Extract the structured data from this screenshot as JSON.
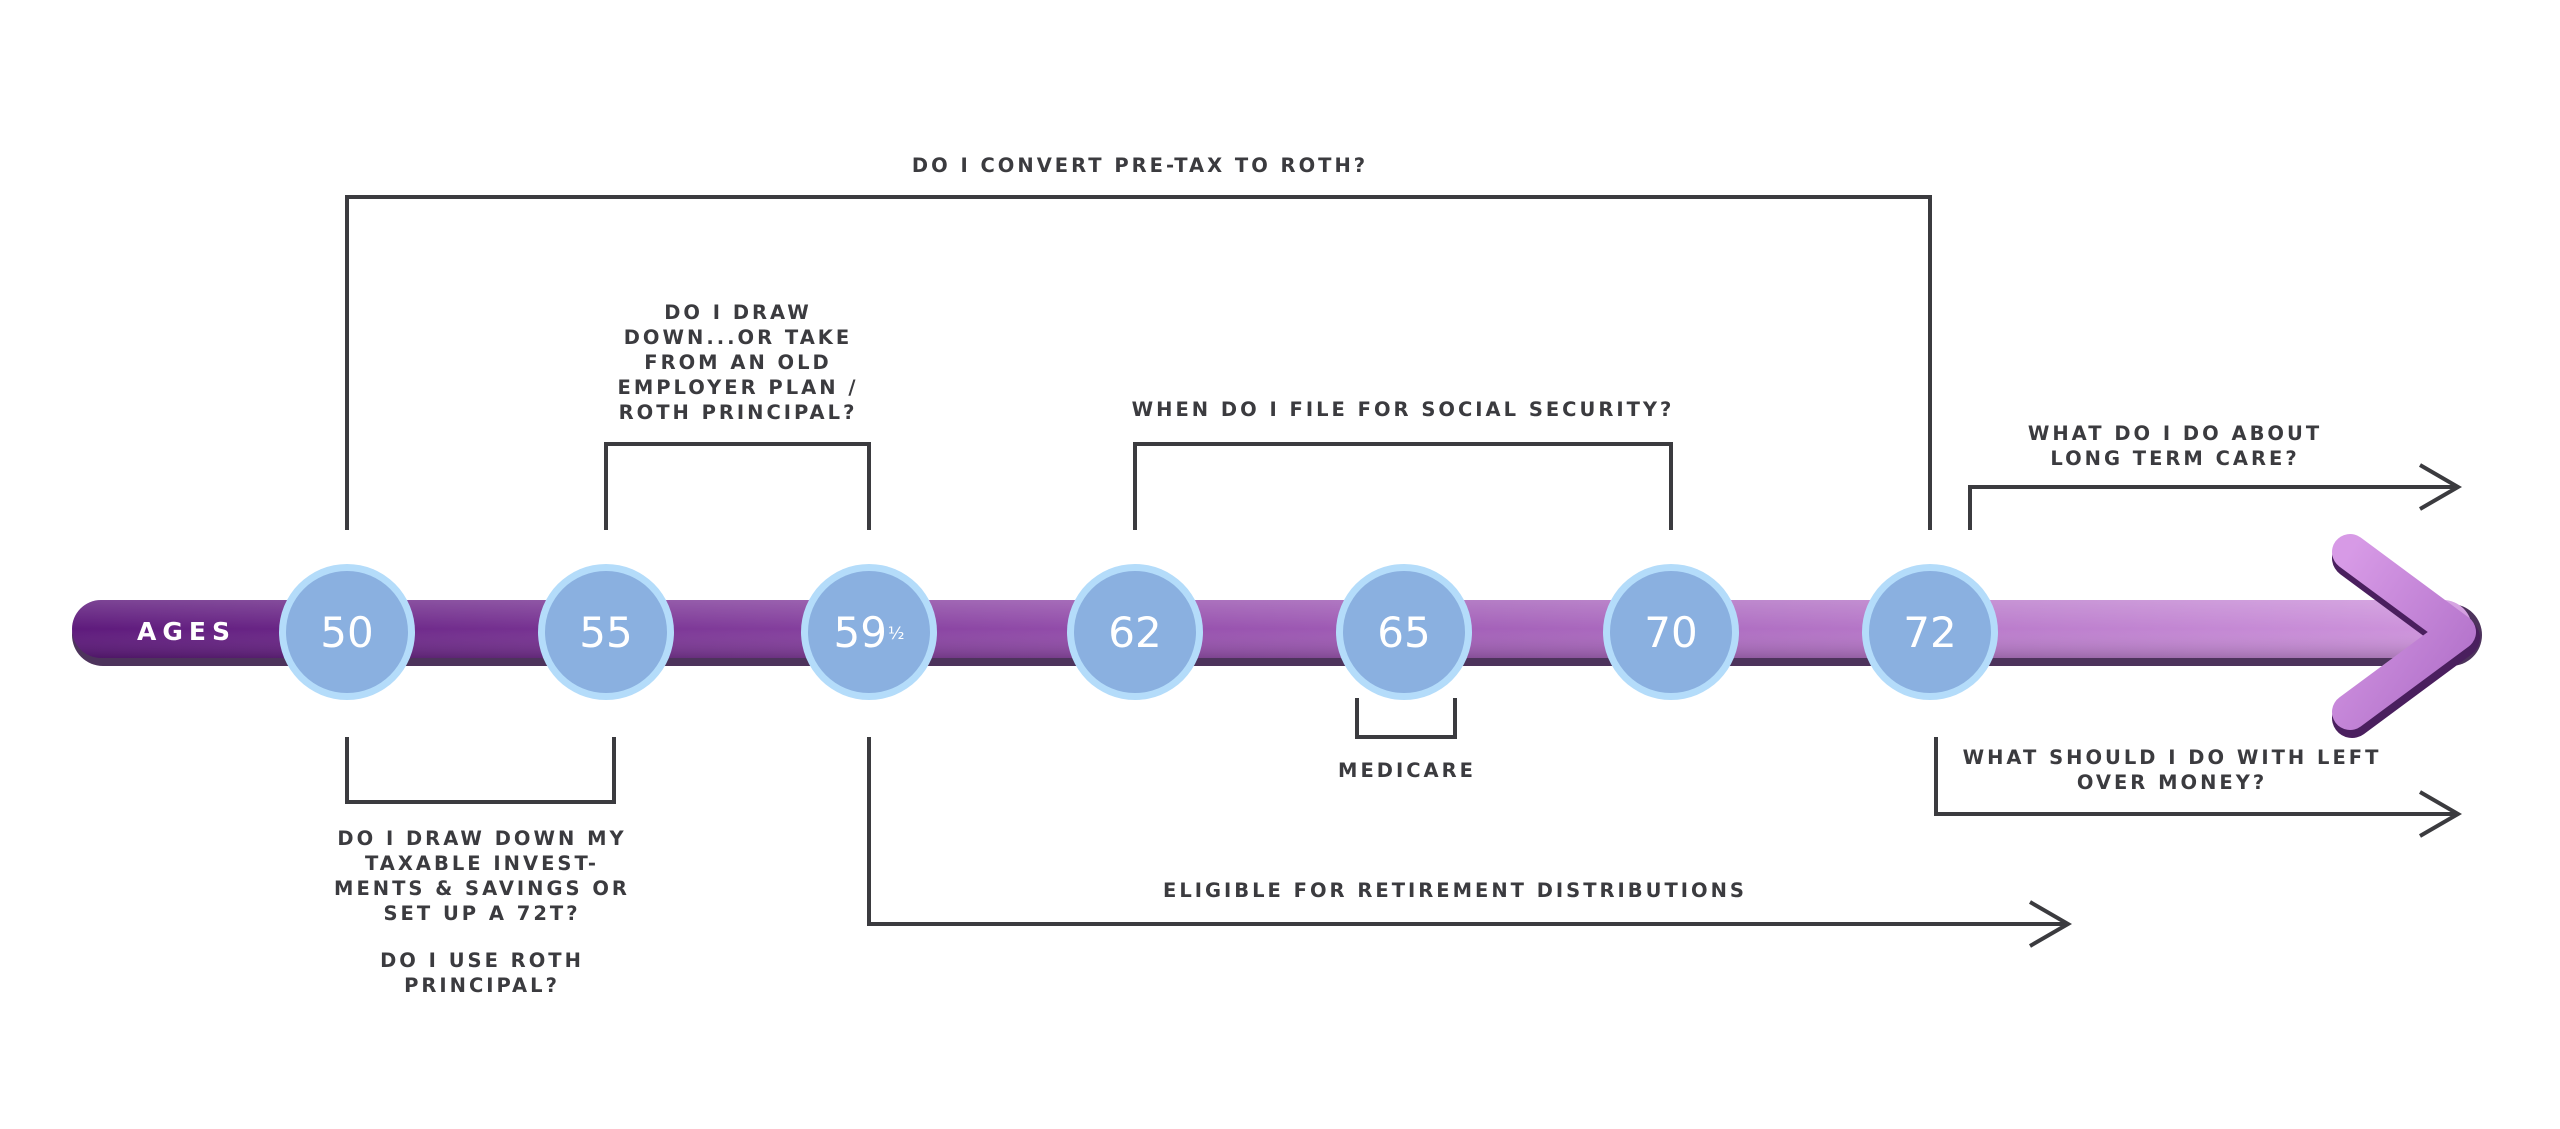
{
  "timeline": {
    "axis_label": "AGES",
    "ages": [
      {
        "main": "50",
        "frac": ""
      },
      {
        "main": "55",
        "frac": ""
      },
      {
        "main": "59",
        "frac": "½"
      },
      {
        "main": "62",
        "frac": ""
      },
      {
        "main": "65",
        "frac": ""
      },
      {
        "main": "70",
        "frac": ""
      },
      {
        "main": "72",
        "frac": ""
      }
    ]
  },
  "questions": {
    "convert_roth": "DO I CONVERT PRE-TAX TO ROTH?",
    "draw_down_old_plan": "DO I DRAW\nDOWN...OR TAKE\nFROM AN OLD\nEMPLOYER PLAN /\nROTH PRINCIPAL?",
    "social_security": "WHEN DO I FILE FOR SOCIAL SECURITY?",
    "long_term_care": "WHAT DO I DO ABOUT\nLONG TERM CARE?",
    "medicare": "MEDICARE",
    "left_over_money": "WHAT SHOULD I DO WITH LEFT\nOVER MONEY?",
    "retirement_distributions": "ELIGIBLE FOR RETIREMENT DISTRIBUTIONS",
    "draw_down_taxable": "DO I DRAW DOWN MY\nTAXABLE INVEST-\nMENTS & SAVINGS OR\nSET UP A 72T?",
    "roth_principal": "DO I USE ROTH\nPRINCIPAL?"
  },
  "colors": {
    "bar_start": "#6a1f8a",
    "bar_end": "#c88ad6",
    "circle_fill": "#8ab0e0",
    "circle_ring": "#b4dcfa",
    "bracket": "#3b3b3f"
  }
}
